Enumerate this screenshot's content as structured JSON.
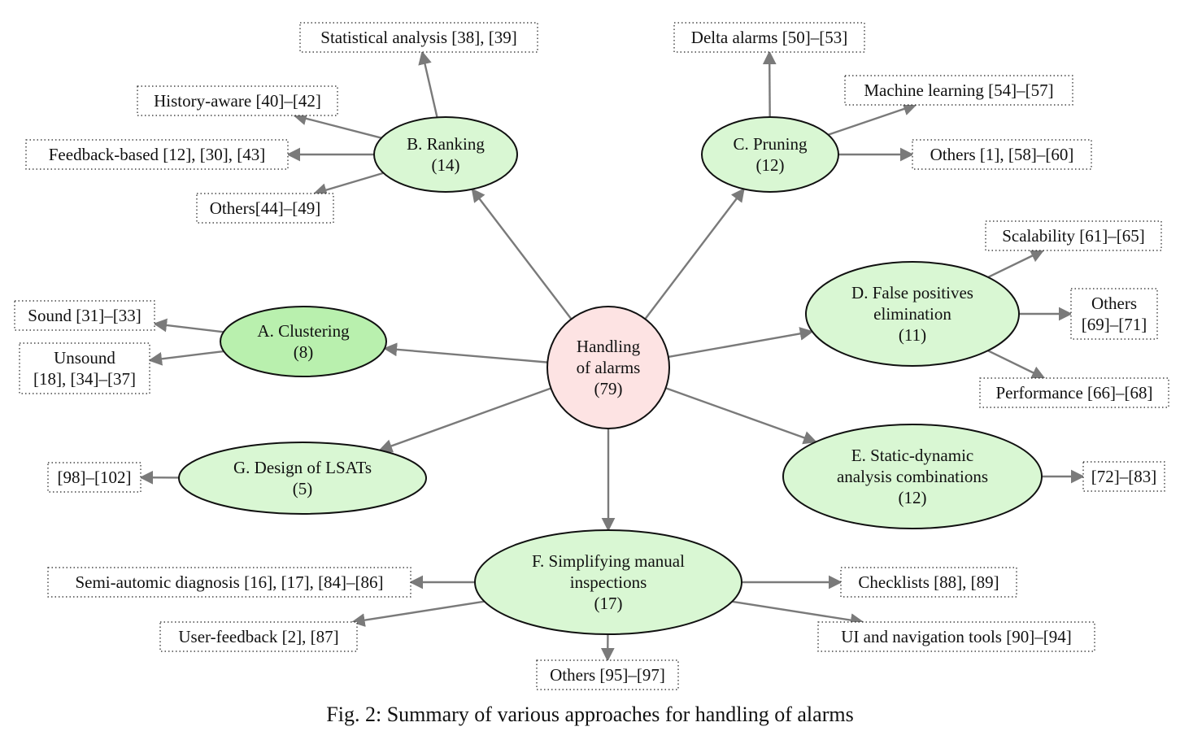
{
  "center": {
    "lines": [
      "Handling",
      "of alarms",
      "(79)"
    ],
    "fill": "#fde3e3"
  },
  "categories": [
    {
      "id": "ranking",
      "lines": [
        "B. Ranking",
        "(14)"
      ]
    },
    {
      "id": "pruning",
      "lines": [
        "C. Pruning",
        "(12)"
      ]
    },
    {
      "id": "clustering",
      "lines": [
        "A. Clustering",
        "(8)"
      ]
    },
    {
      "id": "false-positives",
      "lines": [
        "D. False positives",
        "elimination",
        "(11)"
      ]
    },
    {
      "id": "static-dynamic",
      "lines": [
        "E. Static-dynamic",
        "analysis combinations",
        "(12)"
      ]
    },
    {
      "id": "lsats",
      "lines": [
        "G. Design of LSATs",
        "(5)"
      ]
    },
    {
      "id": "manual",
      "lines": [
        "F. Simplifying manual",
        "inspections",
        "(17)"
      ]
    }
  ],
  "leaves": [
    {
      "id": "statistical",
      "lines": [
        "Statistical analysis [38], [39]"
      ]
    },
    {
      "id": "history",
      "lines": [
        "History-aware [40]–[42]"
      ]
    },
    {
      "id": "feedback-based",
      "lines": [
        "Feedback-based [12], [30], [43]"
      ]
    },
    {
      "id": "ranking-others",
      "lines": [
        "Others[44]–[49]"
      ]
    },
    {
      "id": "delta",
      "lines": [
        "Delta alarms [50]–[53]"
      ]
    },
    {
      "id": "ml",
      "lines": [
        "Machine learning [54]–[57]"
      ]
    },
    {
      "id": "pruning-others",
      "lines": [
        "Others [1], [58]–[60]"
      ]
    },
    {
      "id": "scalability",
      "lines": [
        "Scalability [61]–[65]"
      ]
    },
    {
      "id": "fp-others",
      "lines": [
        "Others",
        "[69]–[71]"
      ]
    },
    {
      "id": "performance",
      "lines": [
        "Performance [66]–[68]"
      ]
    },
    {
      "id": "sound",
      "lines": [
        "Sound [31]–[33]"
      ]
    },
    {
      "id": "unsound",
      "lines": [
        "Unsound",
        "[18], [34]–[37]"
      ]
    },
    {
      "id": "lsat-refs",
      "lines": [
        "[98]–[102]"
      ]
    },
    {
      "id": "sd-refs",
      "lines": [
        "[72]–[83]"
      ]
    },
    {
      "id": "semi",
      "lines": [
        "Semi-automic diagnosis [16], [17], [84]–[86]"
      ]
    },
    {
      "id": "user-feedback",
      "lines": [
        "User-feedback [2], [87]"
      ]
    },
    {
      "id": "manual-others",
      "lines": [
        "Others [95]–[97]"
      ]
    },
    {
      "id": "checklists",
      "lines": [
        "Checklists [88], [89]"
      ]
    },
    {
      "id": "ui-tools",
      "lines": [
        "UI and navigation tools [90]–[94]"
      ]
    }
  ],
  "edges": [
    [
      "center",
      "ranking"
    ],
    [
      "center",
      "pruning"
    ],
    [
      "center",
      "clustering"
    ],
    [
      "center",
      "false-positives"
    ],
    [
      "center",
      "static-dynamic"
    ],
    [
      "center",
      "lsats"
    ],
    [
      "center",
      "manual"
    ],
    [
      "ranking",
      "statistical"
    ],
    [
      "ranking",
      "history"
    ],
    [
      "ranking",
      "feedback-based"
    ],
    [
      "ranking",
      "ranking-others"
    ],
    [
      "pruning",
      "delta"
    ],
    [
      "pruning",
      "ml"
    ],
    [
      "pruning",
      "pruning-others"
    ],
    [
      "false-positives",
      "scalability"
    ],
    [
      "false-positives",
      "fp-others"
    ],
    [
      "false-positives",
      "performance"
    ],
    [
      "clustering",
      "sound"
    ],
    [
      "clustering",
      "unsound"
    ],
    [
      "lsats",
      "lsat-refs"
    ],
    [
      "static-dynamic",
      "sd-refs"
    ],
    [
      "manual",
      "semi"
    ],
    [
      "manual",
      "user-feedback"
    ],
    [
      "manual",
      "manual-others"
    ],
    [
      "manual",
      "checklists"
    ],
    [
      "manual",
      "ui-tools"
    ]
  ],
  "colors": {
    "category_fill": "#d9f7d3",
    "clustering_fill": "#b9f0ae",
    "edge": "#7a7a7a"
  },
  "caption": "Fig. 2: Summary of various approaches for handling of alarms"
}
